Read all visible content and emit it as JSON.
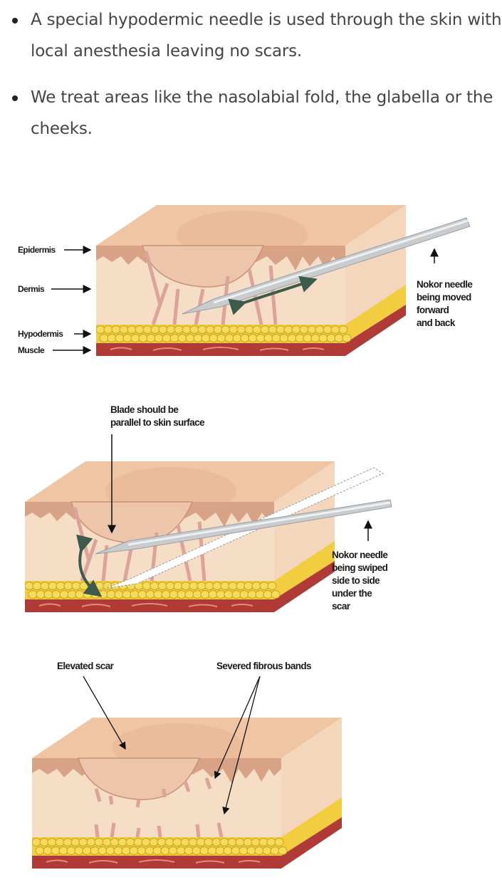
{
  "bullets": [
    {
      "text": " A special hypodermic needle is used through the skin with local anesthesia leaving no scars."
    },
    {
      "text": "We treat areas like the nasolabial fold, the glabella or the cheeks."
    }
  ],
  "figure1": {
    "layers": {
      "epidermis": "Epidermis",
      "dermis": "Dermis",
      "hypodermis": "Hypodermis",
      "muscle": "Muscle"
    },
    "caption": [
      "Nokor needle",
      "being moved",
      "forward",
      "and back"
    ]
  },
  "figure2": {
    "blade_note": [
      "Blade should be",
      "parallel to skin surface"
    ],
    "caption": [
      "Nokor needle",
      "being swiped",
      "side to side",
      "under the",
      "scar"
    ]
  },
  "figure3": {
    "elevated_scar": "Elevated scar",
    "severed_bands": "Severed fibrous bands"
  },
  "colors": {
    "skin_top": "#efc5a3",
    "epidermis": "#d8a287",
    "dermis": "#f6ddc6",
    "fat": "#f1cd3f",
    "muscle": "#b03a36",
    "arrow": "#3d5a4a"
  }
}
